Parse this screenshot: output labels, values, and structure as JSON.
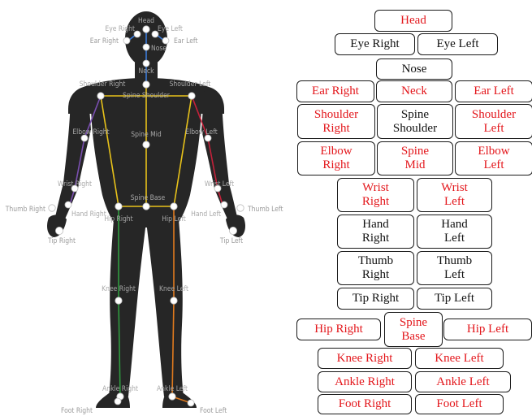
{
  "colors": {
    "highlight": "#e3161b",
    "normal": "#111111",
    "silhouette": "#262626",
    "bone_yellow": "#e8c21a",
    "bone_blue": "#3a7ad8",
    "bone_purple": "#7a4fb0",
    "bone_red": "#c4213a",
    "bone_green": "#2f9a3f",
    "bone_orange": "#e07a1e"
  },
  "figure_labels": {
    "head": "Head",
    "eye_right": "Eye Right",
    "eye_left": "Eye Left",
    "ear_right": "Ear Right",
    "ear_left": "Ear Left",
    "nose": "Nose",
    "neck": "Neck",
    "shoulder_right": "Shoulder Right",
    "shoulder_left": "Shoulder Left",
    "spine_shoulder": "Spine Shoulder",
    "elbow_right": "Elbow Right",
    "elbow_left": "Elbow Left",
    "spine_mid": "Spine Mid",
    "wrist_right": "Wrist Right",
    "wrist_left": "Wrist Left",
    "hand_right": "Hand Right",
    "hand_left": "Hand Left",
    "thumb_right": "Thumb Right",
    "thumb_left": "Thumb Left",
    "tip_right": "Tip Right",
    "tip_left": "Tip Left",
    "spine_base": "Spine Base",
    "hip_right": "Hip Right",
    "hip_left": "Hip Left",
    "knee_right": "Knee Right",
    "knee_left": "Knee Left",
    "ankle_right": "Ankle Right",
    "ankle_left": "Ankle Left",
    "foot_right": "Foot Right",
    "foot_left": "Foot Left"
  },
  "keypoints": [
    {
      "id": "head",
      "text": "Head",
      "highlighted": true
    },
    {
      "id": "eye-right",
      "text": "Eye Right",
      "highlighted": false
    },
    {
      "id": "eye-left",
      "text": "Eye Left",
      "highlighted": false
    },
    {
      "id": "nose",
      "text": "Nose",
      "highlighted": false
    },
    {
      "id": "ear-right",
      "text": "Ear Right",
      "highlighted": true
    },
    {
      "id": "neck",
      "text": "Neck",
      "highlighted": true
    },
    {
      "id": "ear-left",
      "text": "Ear Left",
      "highlighted": true
    },
    {
      "id": "shoulder-right",
      "text": "Shoulder\nRight",
      "highlighted": true
    },
    {
      "id": "spine-shoulder",
      "text": "Spine\nShoulder",
      "highlighted": false
    },
    {
      "id": "shoulder-left",
      "text": "Shoulder\nLeft",
      "highlighted": true
    },
    {
      "id": "elbow-right",
      "text": "Elbow\nRight",
      "highlighted": true
    },
    {
      "id": "spine-mid",
      "text": "Spine\nMid",
      "highlighted": true
    },
    {
      "id": "elbow-left",
      "text": "Elbow\nLeft",
      "highlighted": true
    },
    {
      "id": "wrist-right",
      "text": "Wrist\nRight",
      "highlighted": true
    },
    {
      "id": "wrist-left",
      "text": "Wrist\nLeft",
      "highlighted": true
    },
    {
      "id": "hand-right",
      "text": "Hand\nRight",
      "highlighted": false
    },
    {
      "id": "hand-left",
      "text": "Hand\nLeft",
      "highlighted": false
    },
    {
      "id": "thumb-right",
      "text": "Thumb\nRight",
      "highlighted": false
    },
    {
      "id": "thumb-left",
      "text": "Thumb\nLeft",
      "highlighted": false
    },
    {
      "id": "tip-right",
      "text": "Tip Right",
      "highlighted": false
    },
    {
      "id": "tip-left",
      "text": "Tip Left",
      "highlighted": false
    },
    {
      "id": "hip-right",
      "text": "Hip Right",
      "highlighted": true
    },
    {
      "id": "spine-base",
      "text": "Spine\nBase",
      "highlighted": true
    },
    {
      "id": "hip-left",
      "text": "Hip Left",
      "highlighted": true
    },
    {
      "id": "knee-right",
      "text": "Knee Right",
      "highlighted": true
    },
    {
      "id": "knee-left",
      "text": "Knee Left",
      "highlighted": true
    },
    {
      "id": "ankle-right",
      "text": "Ankle Right",
      "highlighted": true
    },
    {
      "id": "ankle-left",
      "text": "Ankle Left",
      "highlighted": true
    },
    {
      "id": "foot-right",
      "text": "Foot Right",
      "highlighted": true
    },
    {
      "id": "foot-left",
      "text": "Foot Left",
      "highlighted": true
    }
  ]
}
